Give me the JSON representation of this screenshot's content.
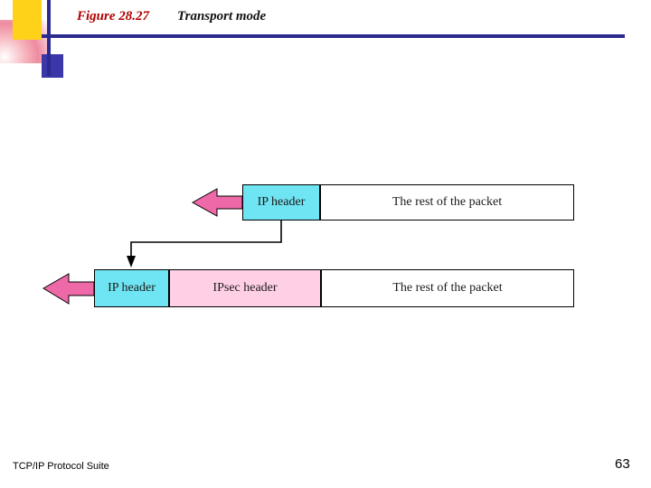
{
  "header": {
    "figure_label": "Figure 28.27",
    "figure_title": "Transport mode"
  },
  "diagram": {
    "row1": {
      "ip_header": "IP header",
      "rest": "The rest of the packet"
    },
    "row2": {
      "ip_header": "IP header",
      "ipsec_header": "IPsec header",
      "rest": "The rest of the packet"
    },
    "colors": {
      "ip_header": "#6fe4f2",
      "ipsec_header": "#ffcfe6",
      "rest": "#ffffff",
      "arrow": "#ee69a8",
      "outline": "#000000"
    }
  },
  "footer": {
    "left": "TCP/IP Protocol Suite",
    "page_number": "63"
  }
}
